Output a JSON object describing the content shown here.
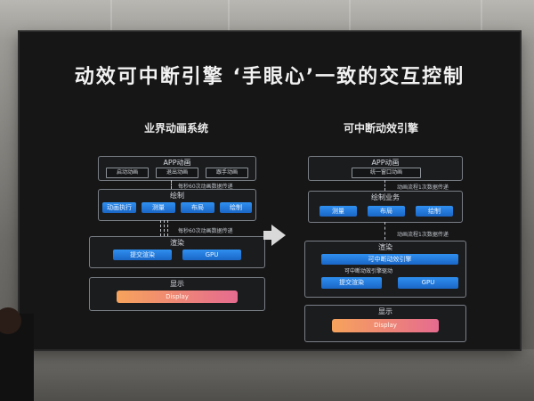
{
  "slide": {
    "title": "动效可中断引擎 ‘手眼心’一致的交互控制",
    "left": {
      "heading": "业界动画系统",
      "app_title": "APP动画",
      "app_items": [
        "启动动画",
        "退出动画",
        "跟手动画"
      ],
      "note1": "每秒60次动画数据传递",
      "draw_title": "绘制",
      "draw_items": [
        "动画执行",
        "测量",
        "布局",
        "绘制"
      ],
      "note2": "每秒60次动画数据传递",
      "render_title": "渲染",
      "render_items": [
        "提交渲染",
        "GPU"
      ],
      "display_title": "显示",
      "display_label": "Display"
    },
    "right": {
      "heading": "可中断动效引擎",
      "app_title": "APP动画",
      "app_item": "统一窗口动画",
      "note1": "动画流程1次数据传递",
      "draw_title": "绘制业务",
      "draw_items": [
        "测量",
        "布局",
        "绘制"
      ],
      "note2": "动画流程1次数据传递",
      "render_title": "渲染",
      "engine_label": "可中断动效引擎",
      "engine_note": "可中断动效引擎驱动",
      "render_items": [
        "提交渲染",
        "GPU"
      ],
      "display_title": "显示",
      "display_label": "Display"
    }
  },
  "colors": {
    "accent_blue": "#2f8ff0",
    "display_gradient_start": "#f6a35c",
    "display_gradient_end": "#e66b8f"
  }
}
